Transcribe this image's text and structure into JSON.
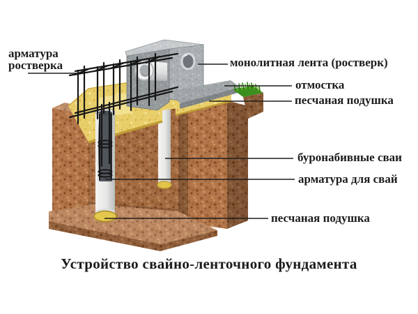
{
  "title": "Устройство свайно-ленточного фундамента",
  "labels": {
    "armatura_rostverka": {
      "line1": "арматура",
      "line2": "ростверка"
    },
    "monolitnaya_lenta": "монолитная лента (ростверк)",
    "otmostka": "отмостка",
    "peschanaya_podushka_top": "песчаная подушка",
    "buronabivnye_svai": "буронабивные сваи",
    "armatura_dlya_svai": "арматура для свай",
    "peschanaya_podushka_bottom": "песчаная подушка"
  },
  "colors": {
    "background": "#ffffff",
    "soil": "#b3764a",
    "soil_shadow": "#8a5129",
    "soil_top": "#c68e58",
    "sand": "#e9cf6b",
    "sand_edge": "#bf9c34",
    "concrete": "#aab0b3",
    "concrete_dark": "#8d9396",
    "concrete_light": "#c8cdcf",
    "blind_area": "#9aa0a4",
    "grass": "#3c8f1d",
    "pile": "#ebecec",
    "pile_core": "#50555c",
    "rebar": "#161616",
    "leader_line": "#1f1f1f",
    "text": "#1b1b1b"
  }
}
